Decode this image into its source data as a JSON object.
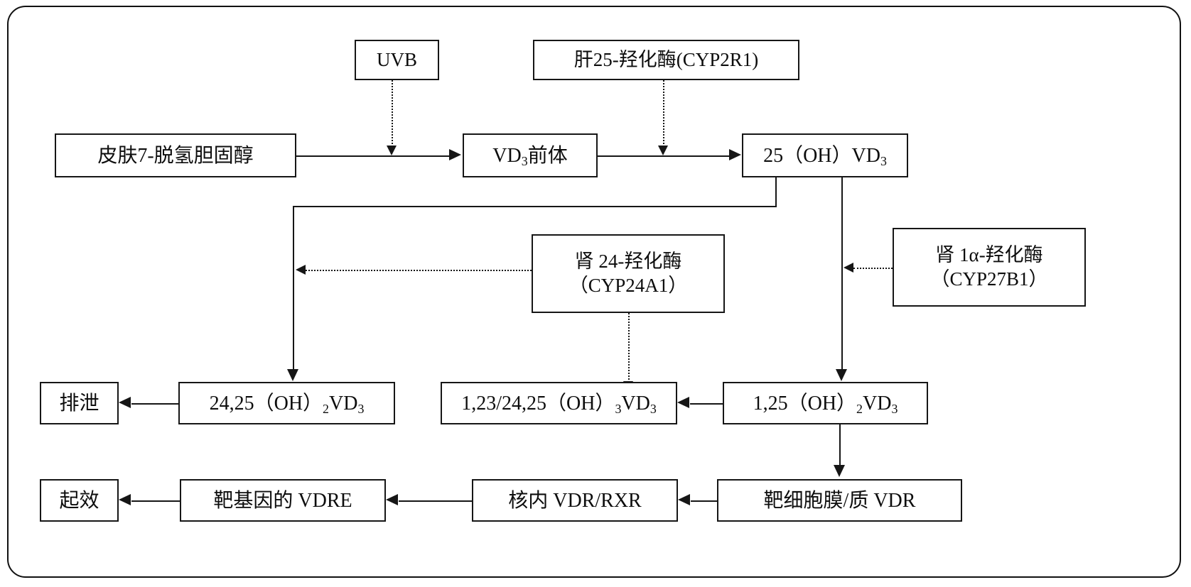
{
  "diagram": {
    "title": "Vitamin D metabolism pathway flowchart",
    "nodes": {
      "uvb": {
        "text": "UVB"
      },
      "liver_enzyme": {
        "text": "肝25-羟化酶(CYP2R1)"
      },
      "skin_precursor": {
        "text": "皮肤7-脱氢胆固醇"
      },
      "vd3_precursor_pre": {
        "text": "VD"
      },
      "vd3_precursor_sub": {
        "text": "3"
      },
      "vd3_precursor_post": {
        "text": "前体"
      },
      "oh_vd3_pre": {
        "text": "25（OH）VD"
      },
      "oh_vd3_sub": {
        "text": "3"
      },
      "kidney_24_line1": {
        "text": "肾 24-羟化酶"
      },
      "kidney_24_line2": {
        "text": "（CYP24A1）"
      },
      "kidney_1a_line1": {
        "text": "肾 1α-羟化酶"
      },
      "kidney_1a_line2": {
        "text": "（CYP27B1）"
      },
      "excretion": {
        "text": "排泄"
      },
      "vd3_2425_pre": {
        "text": "24,25（OH）"
      },
      "vd3_2425_sub1": {
        "text": "2"
      },
      "vd3_2425_mid": {
        "text": "VD"
      },
      "vd3_2425_sub2": {
        "text": "3"
      },
      "vd3_123_pre": {
        "text": "1,23/24,25（OH）"
      },
      "vd3_123_sub1": {
        "text": "3"
      },
      "vd3_123_mid": {
        "text": "VD"
      },
      "vd3_123_sub2": {
        "text": "3"
      },
      "vd3_125_pre": {
        "text": "1,25（OH）"
      },
      "vd3_125_sub1": {
        "text": "2"
      },
      "vd3_125_mid": {
        "text": "VD"
      },
      "vd3_125_sub2": {
        "text": "3"
      },
      "effect": {
        "text": "起效"
      },
      "target_gene_vdre": {
        "text": "靶基因的 VDRE"
      },
      "nuclear_vdr_rxr": {
        "text": "核内 VDR/RXR"
      },
      "target_cell_membrane_vdr": {
        "text": "靶细胞膜/质 VDR"
      }
    },
    "colors": {
      "stroke": "#161616",
      "background": "#ffffff",
      "text": "#0d0d0d"
    }
  }
}
